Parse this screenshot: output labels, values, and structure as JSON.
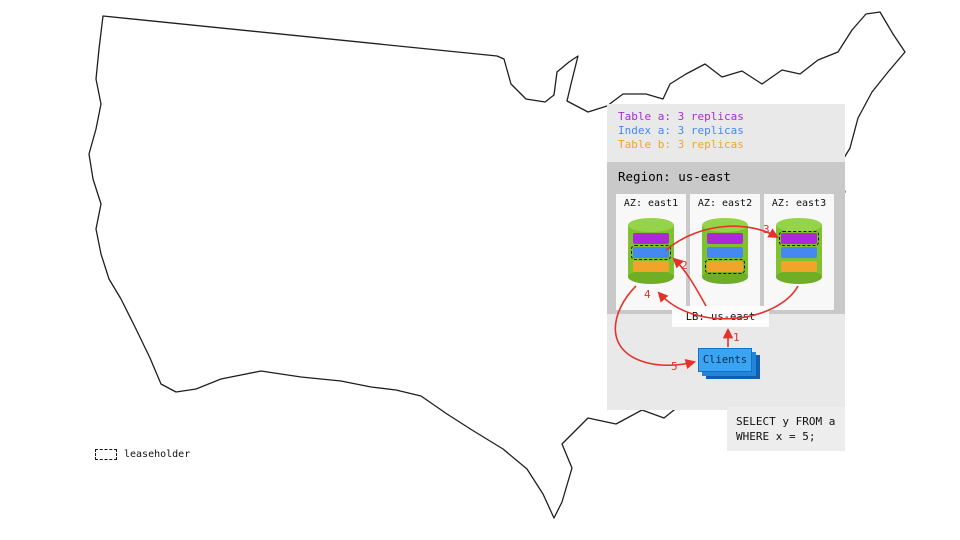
{
  "legend": {
    "items": [
      {
        "label": "Table a: 3 replicas"
      },
      {
        "label": "Index a: 3 replicas"
      },
      {
        "label": "Table b: 3 replicas"
      }
    ]
  },
  "region": {
    "label": "Region: us-east"
  },
  "azs": [
    {
      "label": "AZ: east1",
      "leaseholder_of": "Index a"
    },
    {
      "label": "AZ: east2",
      "leaseholder_of": "Table b"
    },
    {
      "label": "AZ: east3",
      "leaseholder_of": "Table a"
    }
  ],
  "load_balancer": {
    "label": "LB: us-east"
  },
  "clients": {
    "label": "Clients"
  },
  "flow_steps": [
    "1",
    "2",
    "3",
    "4",
    "5"
  ],
  "query": {
    "lines": [
      "SELECT y FROM a",
      "WHERE x = 5;"
    ]
  },
  "map_legend": {
    "leaseholder_label": "leaseholder"
  },
  "colors": {
    "table-a": "#a82ad8",
    "index-a": "#4688f1",
    "table-b": "#f1a42a",
    "arrow-red": "#e5312b",
    "cyl-body": "#7fc12f",
    "cyl-top": "#95d44a",
    "cyl-bottom": "#6fae25",
    "client-front": "#3ba4f2",
    "client-mid": "#2285d8",
    "client-back": "#0f5fae",
    "panel-bg": "#e9e9e9",
    "region-bg": "#c9c9c9",
    "az-bg": "#f8f8f8",
    "sql-bg": "#ededed"
  }
}
